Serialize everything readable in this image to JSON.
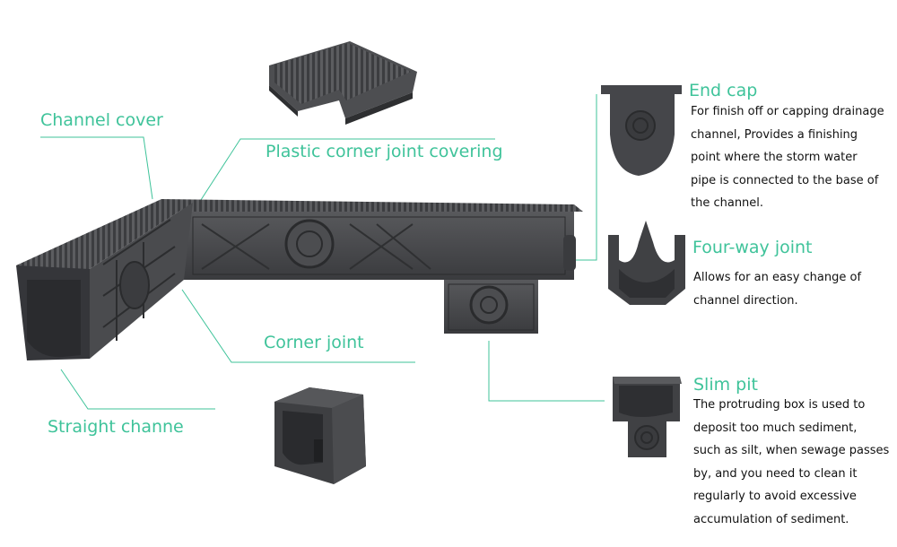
{
  "labels": {
    "channel_cover": "Channel cover",
    "corner_joint_covering": "Plastic corner joint covering",
    "corner_joint": "Corner joint",
    "straight_channel": "Straight channe"
  },
  "parts": [
    {
      "title": "End cap",
      "lines": [
        "For finish off or capping drainage",
        "channel, Provides a finishing",
        "point where the storm water",
        "pipe is connected to the base of",
        "the channel."
      ]
    },
    {
      "title": "Four-way joint",
      "lines": [
        "Allows for an easy change of",
        "channel direction."
      ]
    },
    {
      "title": "Slim pit",
      "lines": [
        "The protruding box is used to",
        "deposit too much sediment,",
        "such as silt, when sewage passes",
        "by, and you need to clean it",
        "regularly to avoid excessive",
        "accumulation of sediment."
      ]
    }
  ],
  "colors": {
    "accent": "#3fc39a",
    "body": "#4a4b4d",
    "dark": "#2b2c2e"
  }
}
